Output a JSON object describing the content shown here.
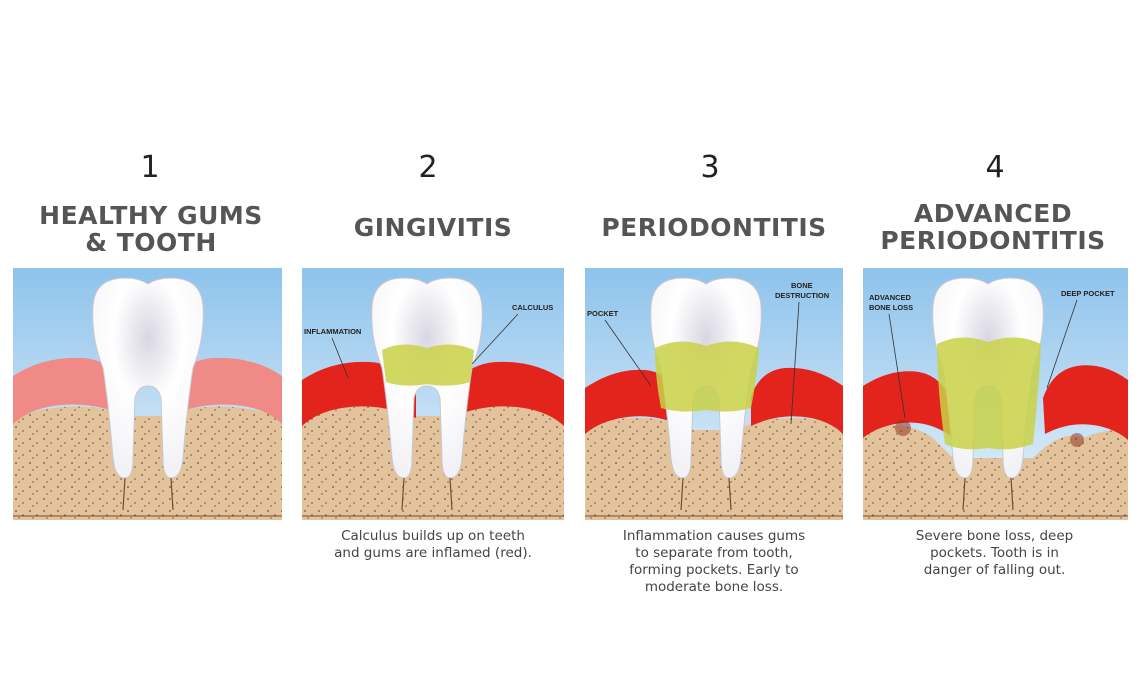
{
  "stages": [
    {
      "number": "1",
      "title_line1": "HEALTHY GUMS",
      "title_line2": "& TOOTH",
      "labels": [],
      "caption_lines": []
    },
    {
      "number": "2",
      "title_line1": "GINGIVITIS",
      "title_line2": "",
      "labels": [
        "INFLAMMATION",
        "CALCULUS"
      ],
      "caption_lines": [
        "Calculus builds up on teeth",
        "and gums are inflamed (red)."
      ]
    },
    {
      "number": "3",
      "title_line1": "PERIODONTITIS",
      "title_line2": "",
      "labels": [
        "POCKET",
        "BONE",
        "DESTRUCTION"
      ],
      "caption_lines": [
        "Inflammation causes gums",
        "to separate from tooth,",
        "forming pockets. Early to",
        "moderate bone loss."
      ]
    },
    {
      "number": "4",
      "title_line1": "ADVANCED",
      "title_line2": "PERIODONTITIS",
      "labels": [
        "ADVANCED",
        "BONE LOSS",
        "DEEP POCKET"
      ],
      "caption_lines": [
        "Severe bone loss, deep",
        "pockets. Tooth is in",
        "danger of falling out."
      ]
    }
  ],
  "colors": {
    "sky_top": "#8ec3ec",
    "sky_bottom": "#e8f3fb",
    "bone": "#e2c39c",
    "healthy_gum": "#f08a86",
    "inflamed_gum": "#e3241c",
    "calculus": "#c9d146",
    "tooth": "#ffffff"
  }
}
